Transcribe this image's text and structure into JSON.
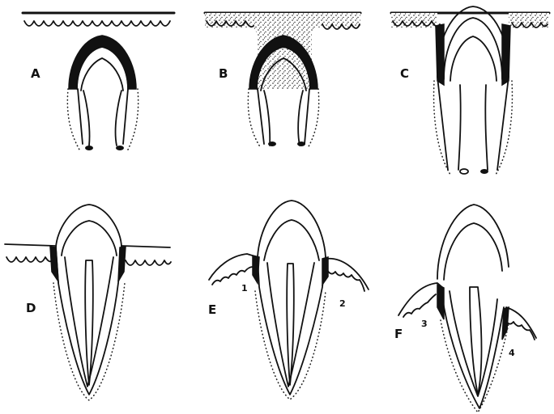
{
  "panels": [
    {
      "id": "A",
      "label": "A"
    },
    {
      "id": "B",
      "label": "B"
    },
    {
      "id": "C",
      "label": "C"
    },
    {
      "id": "D",
      "label": "D"
    },
    {
      "id": "E",
      "label": "E"
    },
    {
      "id": "F",
      "label": "F"
    }
  ],
  "numbers": [
    "1",
    "2",
    "3",
    "4"
  ]
}
